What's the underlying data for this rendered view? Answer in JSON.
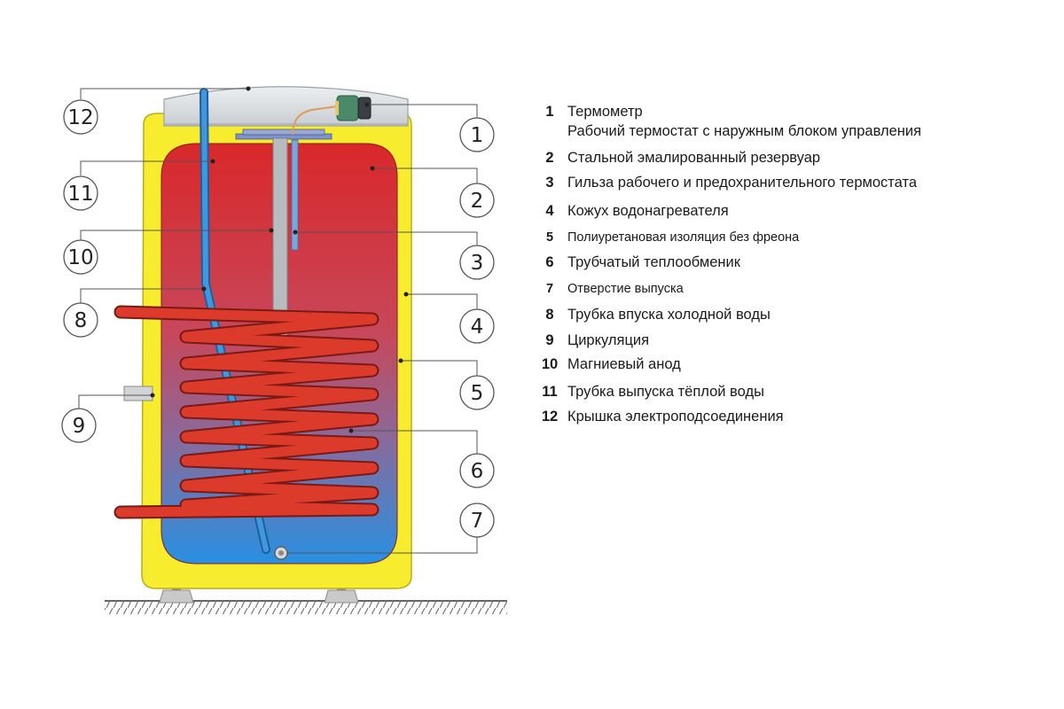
{
  "legend": [
    {
      "num": "1",
      "text": "Термометр",
      "sub": "Рабочий термостат с наружным блоком управления"
    },
    {
      "num": "2",
      "text": "Стальной эмалированный резервуар"
    },
    {
      "num": "3",
      "text": "Гильза рабочего и предохранительного термостата"
    },
    {
      "num": "4",
      "text": "Кожух водонагревателя"
    },
    {
      "num": "5",
      "text": "Полиуретановая изоляция без фреона"
    },
    {
      "num": "6",
      "text": "Трубчатый теплообменик"
    },
    {
      "num": "7",
      "text": "Отверстие выпуска"
    },
    {
      "num": "8",
      "text": "Трубка впуска холодной воды"
    },
    {
      "num": "9",
      "text": "Циркуляция"
    },
    {
      "num": "10",
      "text": "Магниевый анод"
    },
    {
      "num": "11",
      "text": "Трубка выпуска тёплой воды"
    },
    {
      "num": "12",
      "text": "Крышка электроподсоединения"
    }
  ],
  "callouts": [
    "1",
    "2",
    "3",
    "4",
    "5",
    "6",
    "7",
    "8",
    "9",
    "10",
    "11",
    "12"
  ],
  "colors": {
    "jacket": "#f7ec2e",
    "tank_top": "#d92b2b",
    "tank_bottom": "#2b8ee0",
    "coil": "#d83a2e",
    "blue_tube": "#3a8fd6",
    "lid": "#d9dde0",
    "anode": "#b9bcbf"
  }
}
